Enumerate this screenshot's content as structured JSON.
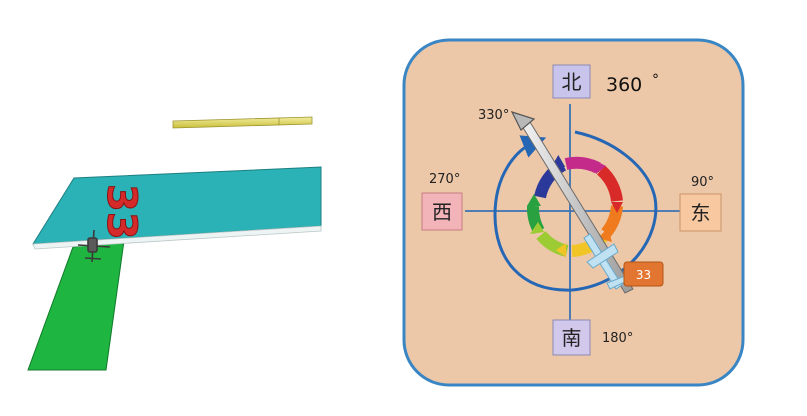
{
  "scene": {
    "runway_marking": "33"
  },
  "compass": {
    "directions": {
      "north": {
        "label": "北",
        "degrees": "360",
        "unit": "°"
      },
      "east": {
        "label": "东",
        "degrees": "90°"
      },
      "south": {
        "label": "南",
        "degrees": "180°"
      },
      "west": {
        "label": "西",
        "degrees": "270°"
      }
    },
    "heading_label": "330°",
    "runway_tag": "33",
    "colors": {
      "panel_fill": "#edc8a8",
      "panel_border": "#3a86c4",
      "north_box": "#c9c4ec",
      "east_box": "#f8c8a0",
      "south_box": "#d2c8ec",
      "west_box": "#f2b4b8",
      "runway_tag": "#e2752f",
      "loop": "#2667b5"
    }
  }
}
